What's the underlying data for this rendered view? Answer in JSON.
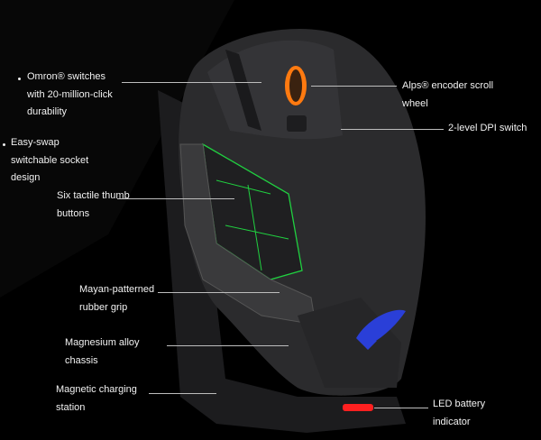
{
  "features": {
    "omron": {
      "lines": [
        "Omron® switches",
        "with 20-million-click",
        "durability"
      ]
    },
    "socket": {
      "lines": [
        "Easy-swap",
        "switchable socket",
        "design"
      ]
    },
    "thumb": {
      "lines": [
        "Six tactile thumb",
        "buttons"
      ]
    },
    "grip": {
      "lines": [
        "Mayan-patterned",
        "rubber grip"
      ]
    },
    "chassis": {
      "lines": [
        "Magnesium alloy",
        "chassis"
      ]
    },
    "station": {
      "lines": [
        "Magnetic charging",
        "station"
      ]
    },
    "wheel": {
      "lines": [
        "Alps® encoder scroll",
        "wheel"
      ]
    },
    "dpi": {
      "lines": [
        "2-level DPI switch"
      ]
    },
    "led": {
      "lines": [
        "LED battery",
        "indicator"
      ]
    }
  },
  "colors": {
    "background": "#000000",
    "body": "#2b2b2d",
    "accent_green": "#20d040",
    "scroll_orange": "#ff7a10",
    "logo_blue": "#2a3fd8",
    "led_red": "#ff2020"
  }
}
